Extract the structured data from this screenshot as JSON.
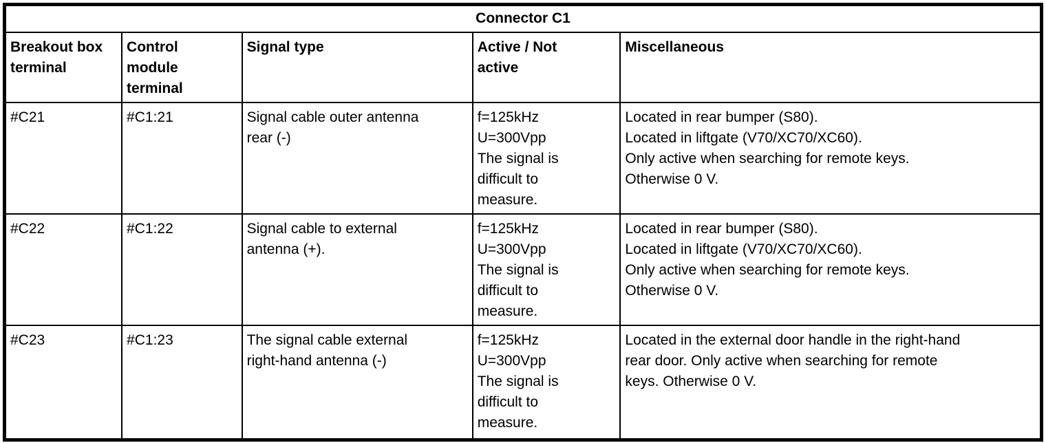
{
  "title": "Connector C1",
  "table": {
    "headers": [
      "Breakout box\nterminal",
      "Control\nmodule\nterminal",
      "Signal type",
      "Active / Not\nactive",
      "Miscellaneous"
    ],
    "rows": [
      {
        "cells": [
          "#C21",
          "#C1:21",
          "Signal cable outer antenna\nrear (-)",
          "f=125kHz\nU=300Vpp\nThe signal is\ndifficult to\nmeasure.",
          "Located in rear bumper (S80).\nLocated in liftgate (V70/XC70/XC60).\nOnly active when searching for remote keys.\nOtherwise 0 V."
        ]
      },
      {
        "cells": [
          "#C22",
          "#C1:22",
          "Signal cable to external\nantenna (+).",
          "f=125kHz\nU=300Vpp\nThe signal is\ndifficult to\nmeasure.",
          "Located in rear bumper (S80).\nLocated in liftgate (V70/XC70/XC60).\nOnly active when searching for remote keys.\nOtherwise 0 V."
        ]
      },
      {
        "cells": [
          "#C23",
          "#C1:23",
          "The signal cable external\nright-hand antenna (-)",
          "f=125kHz\nU=300Vpp\nThe signal is\ndifficult to\nmeasure.",
          "Located in the external door handle in the right-hand\nrear door. Only active when searching for remote\nkeys. Otherwise 0 V."
        ]
      }
    ]
  }
}
